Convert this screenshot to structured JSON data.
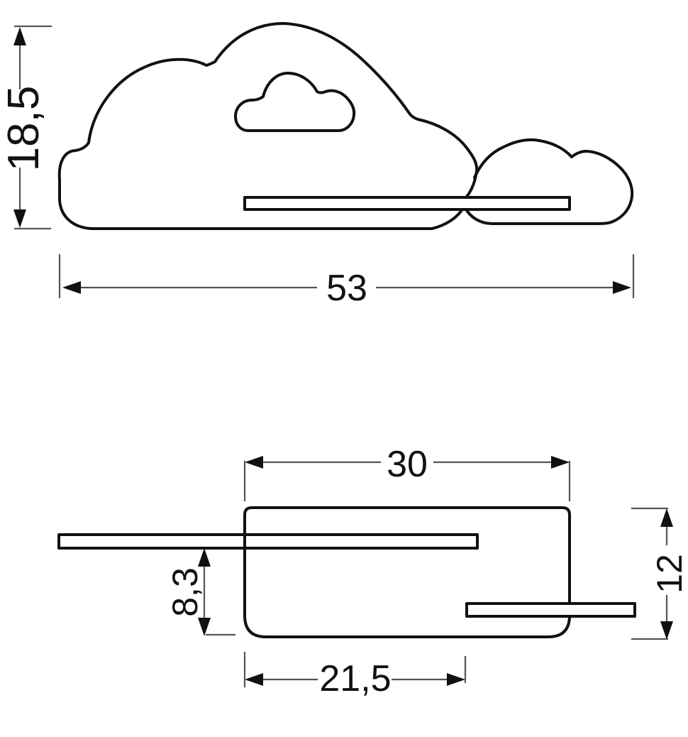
{
  "colors": {
    "background": "#ffffff",
    "outline": "#111111",
    "dimension": "#555555",
    "text": "#111111"
  },
  "front_view": {
    "height_label": "18,5",
    "width_label": "53"
  },
  "side_view": {
    "top_width_label": "30",
    "height_label": "12",
    "shelf_drop_label": "8,3",
    "bottom_width_label": "21,5"
  }
}
